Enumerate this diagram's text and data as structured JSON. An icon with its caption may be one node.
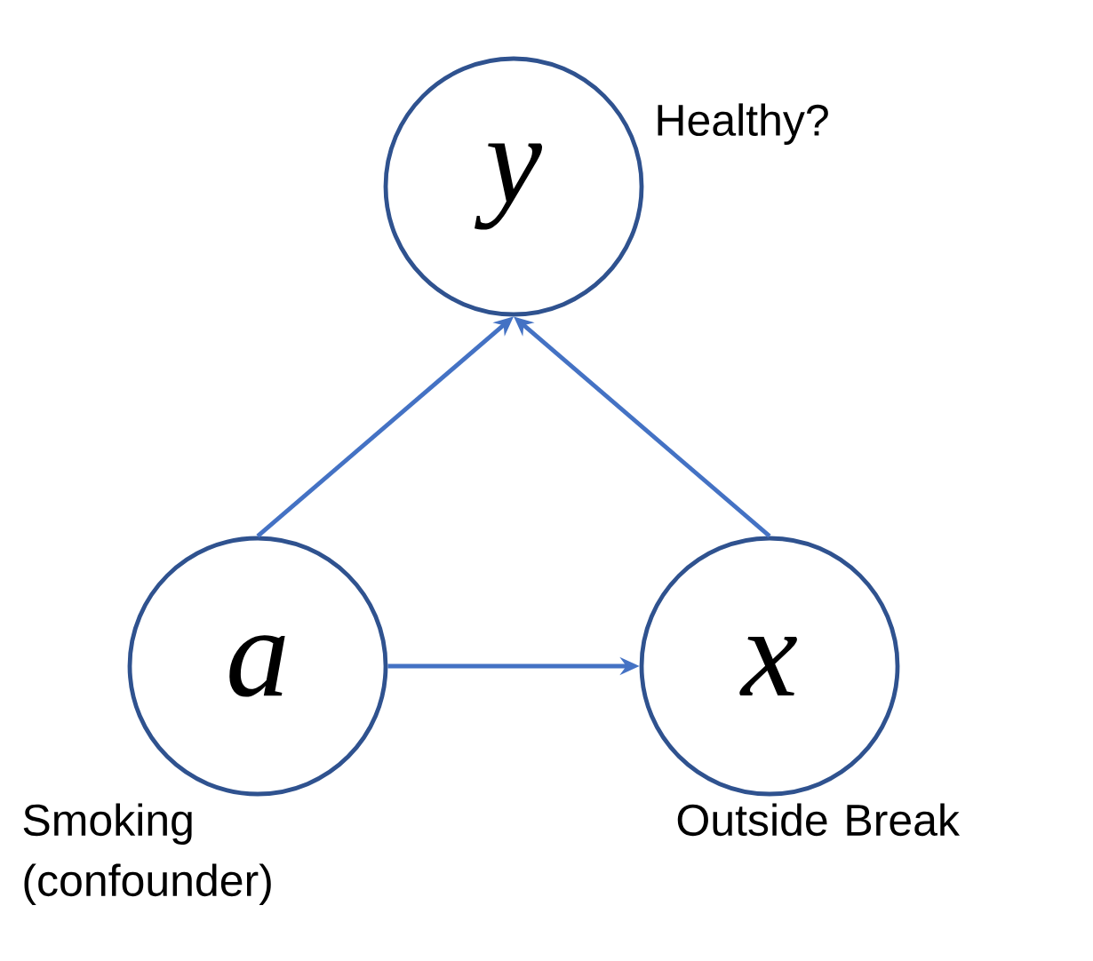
{
  "diagram": {
    "nodes": [
      {
        "text": [
          "y"
        ],
        "beside": [
          "Healthy?"
        ]
      },
      {
        "text": [
          "a"
        ],
        "beside": [
          "Smoking (confounder)"
        ]
      },
      {
        "text": [
          "x"
        ],
        "beside": [
          "Outside Break"
        ]
      }
    ],
    "edges": [
      {
        "from": 1,
        "to": 0,
        "arrow": "to"
      },
      {
        "from": 2,
        "to": 0,
        "arrow": "to"
      },
      {
        "from": 1,
        "to": 2,
        "arrow": "to"
      }
    ]
  }
}
